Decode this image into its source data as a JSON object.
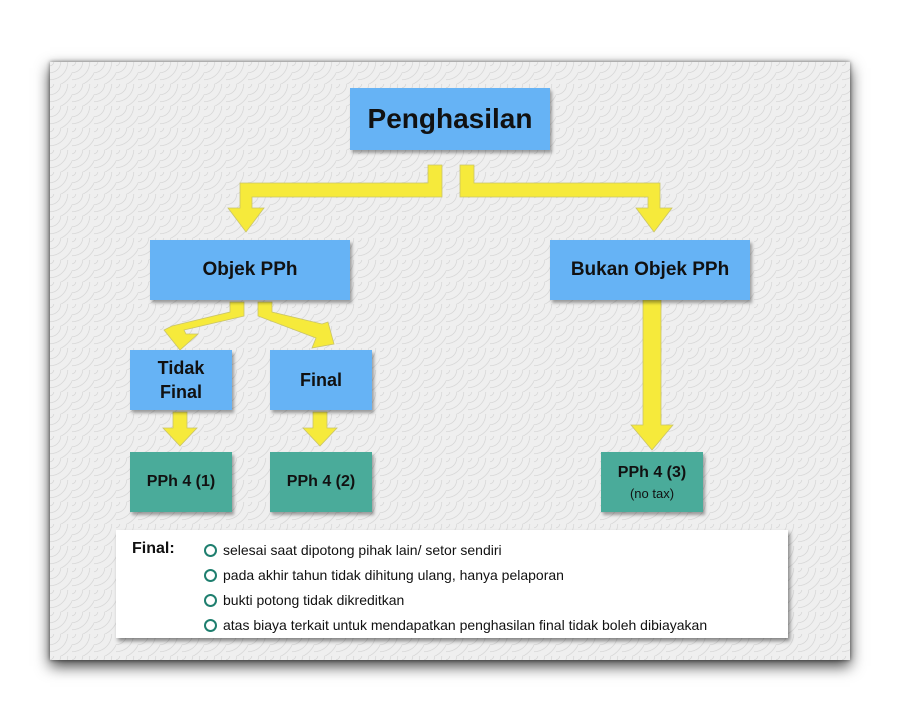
{
  "diagram": {
    "root": "Penghasilan",
    "objek": "Objek PPh",
    "bukan_objek": "Bukan Objek PPh",
    "tidak_final": "Tidak Final",
    "final": "Final",
    "pph_4_1": "PPh 4 (1)",
    "pph_4_2": "PPh 4 (2)",
    "pph_4_3": "PPh 4 (3)",
    "pph_4_3_sub": "(no tax)"
  },
  "note": {
    "title": "Final:",
    "items": [
      "selesai saat dipotong pihak lain/ setor sendiri",
      "pada akhir tahun tidak dihitung ulang, hanya pelaporan",
      "bukti potong tidak dikreditkan",
      "atas biaya terkait untuk mendapatkan penghasilan final tidak boleh dibiayakan"
    ]
  },
  "colors": {
    "box_blue": "#66b3f5",
    "box_green": "#4aab9a",
    "arrow_yellow": "#f6ea3b",
    "bullet": "#1f7f6f"
  }
}
